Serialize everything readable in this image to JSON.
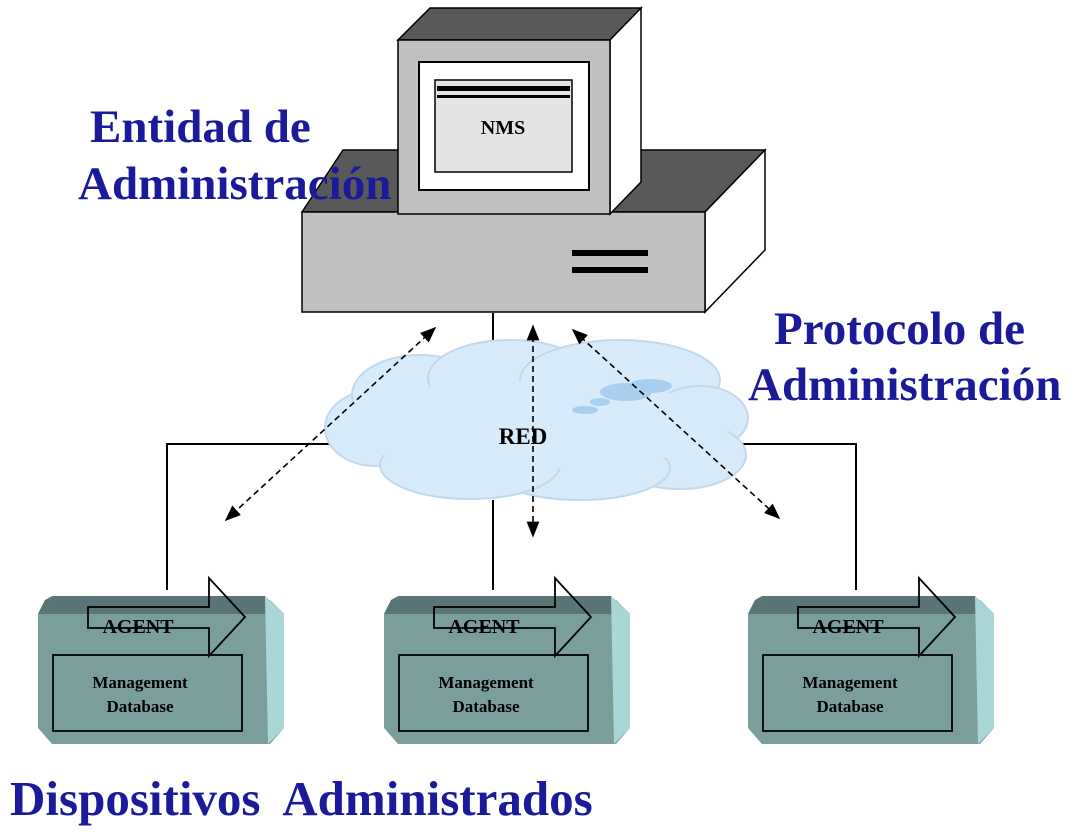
{
  "labels": {
    "entidad_line1": "Entidad de",
    "entidad_line2": "Administración",
    "protocolo_line1": "Protocolo de",
    "protocolo_line2": "Administración",
    "dispositivos": "Dispositivos  Administrados"
  },
  "nms": {
    "screen_label": "NMS"
  },
  "network": {
    "label": "RED"
  },
  "devices": [
    {
      "agent_label": "AGENT",
      "db_line1": "Management",
      "db_line2": "Database"
    },
    {
      "agent_label": "AGENT",
      "db_line1": "Management",
      "db_line2": "Database"
    },
    {
      "agent_label": "AGENT",
      "db_line1": "Management",
      "db_line2": "Database"
    }
  ],
  "colors": {
    "title_text": "#1a1a9a",
    "computer_face": "#c0c0c0",
    "computer_top": "#595959",
    "cloud": "#d8ebfb",
    "device_face": "#7a9e9c",
    "device_side": "#a9d6d6",
    "device_top": "#597575"
  }
}
